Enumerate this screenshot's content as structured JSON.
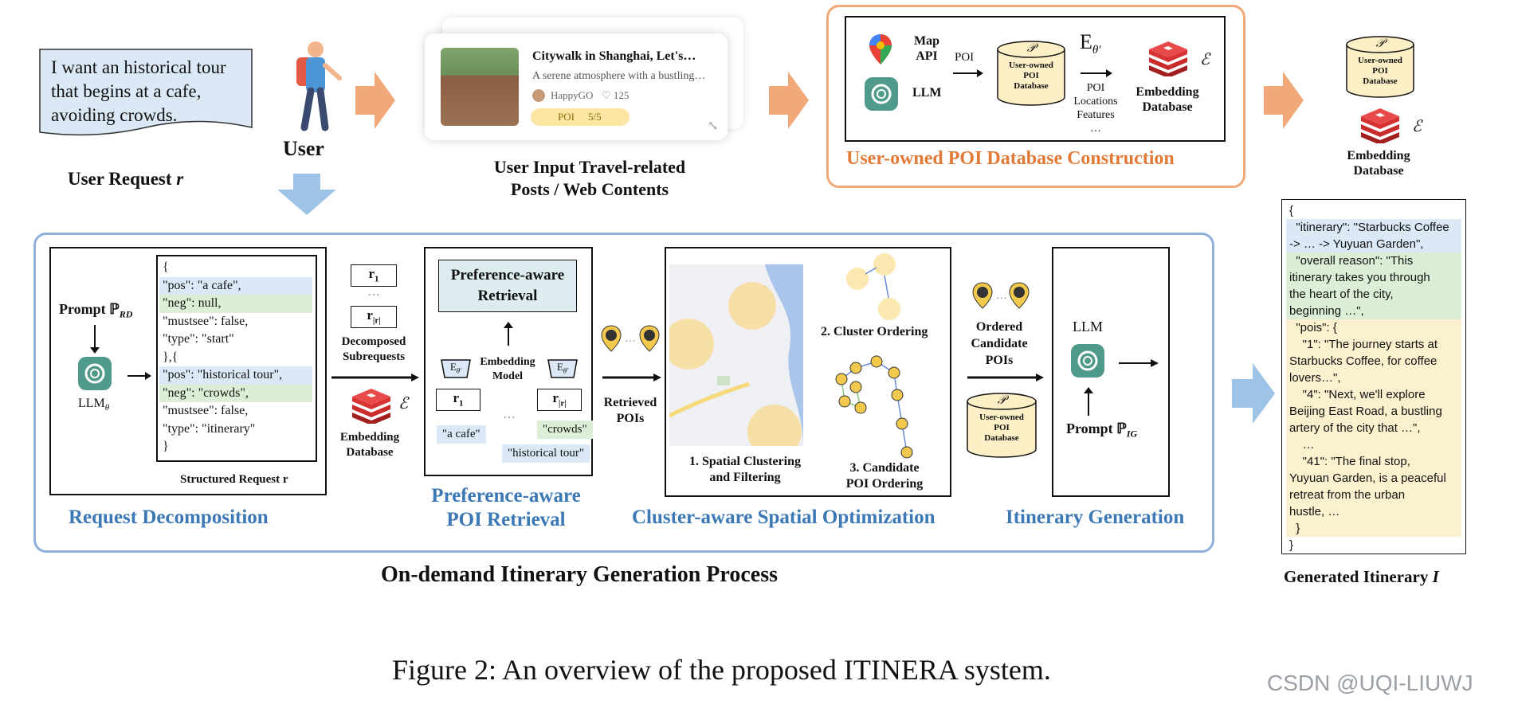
{
  "user_request": {
    "text_lines": [
      "I want an historical tour",
      "that begins at a cafe,",
      "avoiding crowds."
    ],
    "label": "User Request",
    "label_var": "r"
  },
  "user": {
    "label": "User"
  },
  "post_card": {
    "title": "Citywalk in Shanghai, Let's…",
    "subtitle": "A serene atmosphere with a bustling…",
    "author": "HappyGO",
    "likes": "♡ 125",
    "poi_label": "POI",
    "poi_count": "5/5",
    "caption_lines": [
      "User Input Travel-related",
      "Posts / Web Contents"
    ]
  },
  "db_construction": {
    "map_api": [
      "Map",
      "API"
    ],
    "llm": "LLM",
    "poi_arrow": "POI",
    "db_symbol": "𝒫",
    "db_label": [
      "User-owned",
      "POI",
      "Database"
    ],
    "encoder": "E",
    "encoder_sub": "θ′",
    "encoder_items": [
      "POI",
      "Locations",
      "Features",
      "…"
    ],
    "embedding_db": [
      "Embedding",
      "Database"
    ],
    "epsilon": "ℰ",
    "title": "User-owned POI Database Construction"
  },
  "right_db": {
    "db_symbol": "𝒫",
    "db_label": [
      "User-owned",
      "POI",
      "Database"
    ],
    "epsilon": "ℰ",
    "embedding_db": [
      "Embedding",
      "Database"
    ]
  },
  "request_decomp": {
    "prompt": "Prompt",
    "prompt_sym": "ℙ",
    "prompt_sub": "RD",
    "llm": "LLM",
    "llm_sub": "θ",
    "json_lines": [
      {
        "t": "{",
        "hl": ""
      },
      {
        "t": "\"pos\": \"a cafe\",",
        "hl": "blue"
      },
      {
        "t": "\"neg\": null,",
        "hl": "green"
      },
      {
        "t": "\"mustsee\": false,",
        "hl": ""
      },
      {
        "t": "\"type\": \"start\"",
        "hl": ""
      },
      {
        "t": "},{",
        "hl": ""
      },
      {
        "t": "\"pos\": \"historical tour\",",
        "hl": "blue"
      },
      {
        "t": "\"neg\": \"crowds\",",
        "hl": "green"
      },
      {
        "t": "\"mustsee\": false,",
        "hl": ""
      },
      {
        "t": "\"type\": \"itinerary\"",
        "hl": ""
      },
      {
        "t": "}",
        "hl": ""
      }
    ],
    "structured_label": "Structured Request r",
    "title": "Request Decomposition"
  },
  "subrequests": {
    "r1": "r",
    "r1_sub": "1",
    "dots": "…",
    "rr": "r",
    "rr_sub": "|r|",
    "label": [
      "Decomposed",
      "Subrequests"
    ],
    "epsilon": "ℰ",
    "embedding_db": [
      "Embedding",
      "Database"
    ]
  },
  "retrieval": {
    "box_title": [
      "Preference-aware",
      "Retrieval"
    ],
    "encoder": "E",
    "encoder_sub": "θ′",
    "model_label": [
      "Embedding",
      "Model"
    ],
    "r1": "r",
    "r1_sub": "1",
    "rr": "r",
    "rr_sub": "|r|",
    "dots": "…",
    "chip_cafe": "\"a cafe\"",
    "chip_crowds": "\"crowds\"",
    "chip_hist": "\"historical tour\"",
    "title": [
      "Preference-aware",
      "POI Retrieval"
    ]
  },
  "retrieved": {
    "dots": "…",
    "label": [
      "Retrieved",
      "POIs"
    ]
  },
  "spatial": {
    "step1": [
      "1. Spatial Clustering",
      "and Filtering"
    ],
    "step2": "2. Cluster Ordering",
    "step3": [
      "3. Candidate",
      "POI Ordering"
    ],
    "title": "Cluster-aware Spatial Optimization"
  },
  "ordered": {
    "dots": "…",
    "label": [
      "Ordered",
      "Candidate",
      "POIs"
    ],
    "db_symbol": "𝒫",
    "db_label": [
      "User-owned",
      "POI",
      "Database"
    ]
  },
  "itinerary_gen": {
    "llm": "LLM",
    "prompt": "Prompt",
    "prompt_sym": "ℙ",
    "prompt_sub": "IG",
    "title": "Itinerary Generation"
  },
  "process_title": "On-demand Itinerary Generation Process",
  "generated": {
    "lines": [
      {
        "t": "{",
        "hl": ""
      },
      {
        "t": "  \"itinerary\": \"Starbucks Coffee",
        "hl": "blue"
      },
      {
        "t": "-> … -> Yuyuan Garden\",",
        "hl": "blue"
      },
      {
        "t": "  \"overall reason\": \"This",
        "hl": "green"
      },
      {
        "t": "itinerary takes you through",
        "hl": "green"
      },
      {
        "t": "the heart of the city,",
        "hl": "green"
      },
      {
        "t": "beginning …\",",
        "hl": "green"
      },
      {
        "t": "  \"pois\": {",
        "hl": "yellow"
      },
      {
        "t": "    \"1\": \"The journey starts at",
        "hl": "yellow"
      },
      {
        "t": "Starbucks Coffee, for coffee",
        "hl": "yellow"
      },
      {
        "t": "lovers…\",",
        "hl": "yellow"
      },
      {
        "t": "    \"4\": \"Next, we'll explore",
        "hl": "yellow"
      },
      {
        "t": "Beijing East Road, a bustling",
        "hl": "yellow"
      },
      {
        "t": "artery of the city that …\",",
        "hl": "yellow"
      },
      {
        "t": "    …",
        "hl": "yellow"
      },
      {
        "t": "    \"41\": \"The final stop,",
        "hl": "yellow"
      },
      {
        "t": "Yuyuan Garden, is a peaceful",
        "hl": "yellow"
      },
      {
        "t": "retreat from the urban",
        "hl": "yellow"
      },
      {
        "t": "hustle, …",
        "hl": "yellow"
      },
      {
        "t": "  }",
        "hl": "yellow"
      },
      {
        "t": "}",
        "hl": ""
      }
    ],
    "label": "Generated Itinerary",
    "label_var": "I"
  },
  "caption": "Figure 2: An overview of the proposed ITINERA system.",
  "watermark": "CSDN @UQI-LIUWJ",
  "colors": {
    "accent_blue": "#3b78b5",
    "accent_orange": "#e07a36",
    "arrow_orange": "#f2a878",
    "arrow_blue": "#9dc3e6",
    "db_yellow": "#fdf0c6",
    "panel_border": "#8db0dc"
  }
}
